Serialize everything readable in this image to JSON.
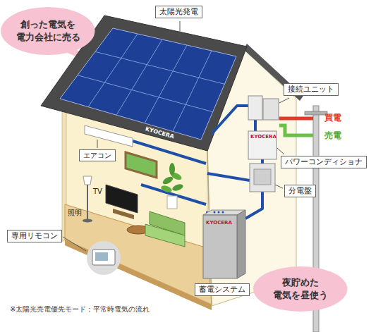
{
  "diagram": {
    "caption": "※太陽光売電優先モード：平常時電気の流れ",
    "nodes": [
      {
        "text": [
          "創った電気を 電力会社に売る"
        ]
      },
      {
        "text": [
          "太陽光発電"
        ]
      },
      {
        "text": [
          "接続ユニット"
        ]
      },
      {
        "text": [
          "パワーコンディショナ"
        ]
      },
      {
        "text": [
          "分電盤"
        ]
      },
      {
        "text": [
          "エアコン"
        ]
      },
      {
        "text": [
          "専用リモコン"
        ]
      },
      {
        "text": [
          "蓄電システム"
        ]
      },
      {
        "text": [
          "夜貯めた 電気を昼使う"
        ]
      }
    ],
    "labels": [
      "買電",
      "売電",
      "KYOCERA",
      "KYOCERA",
      "TV",
      "照明",
      "KYOCERA"
    ]
  }
}
